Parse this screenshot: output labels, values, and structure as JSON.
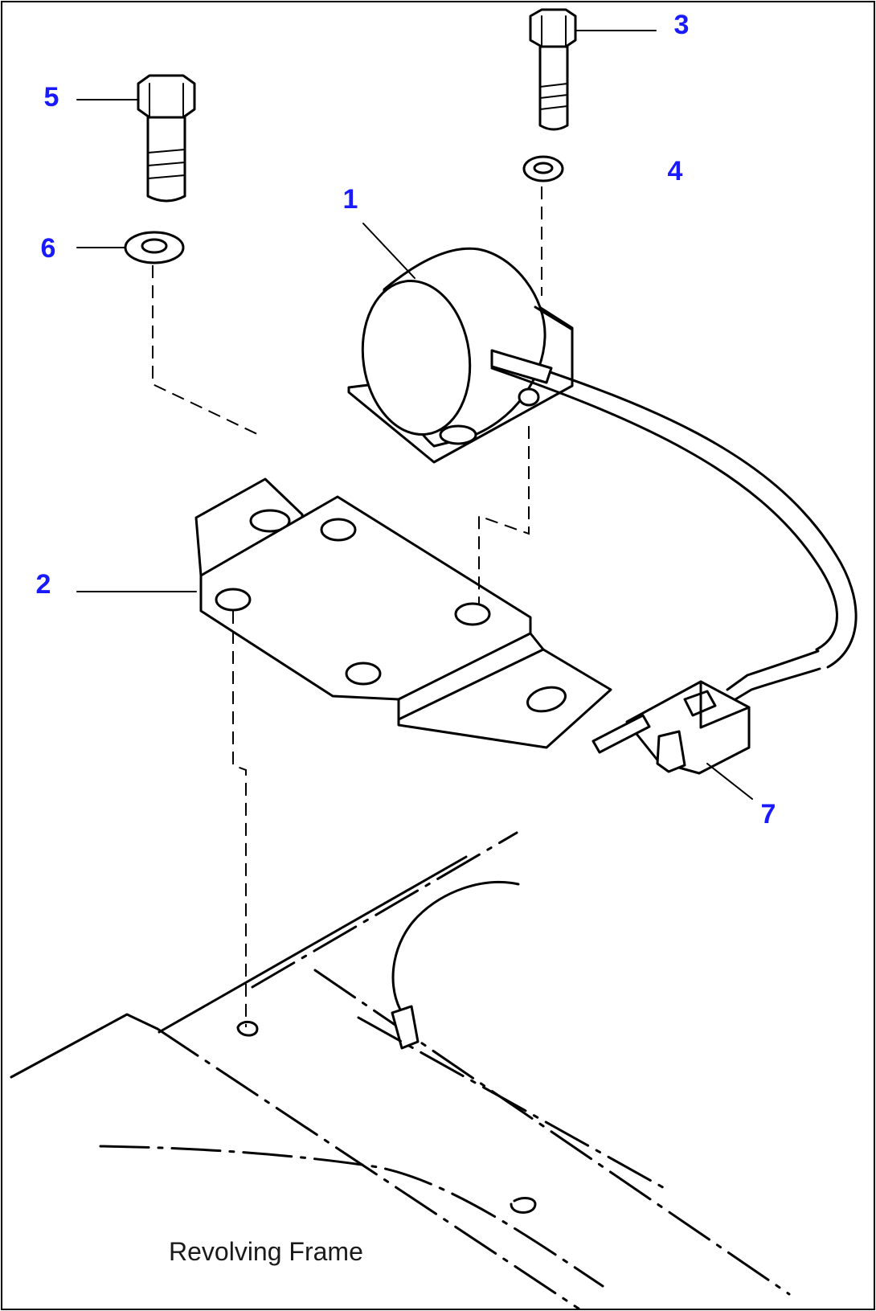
{
  "diagram": {
    "callouts": {
      "c1": "1",
      "c2": "2",
      "c3": "3",
      "c4": "4",
      "c5": "5",
      "c6": "6",
      "c7": "7"
    },
    "caption": "Revolving Frame"
  }
}
